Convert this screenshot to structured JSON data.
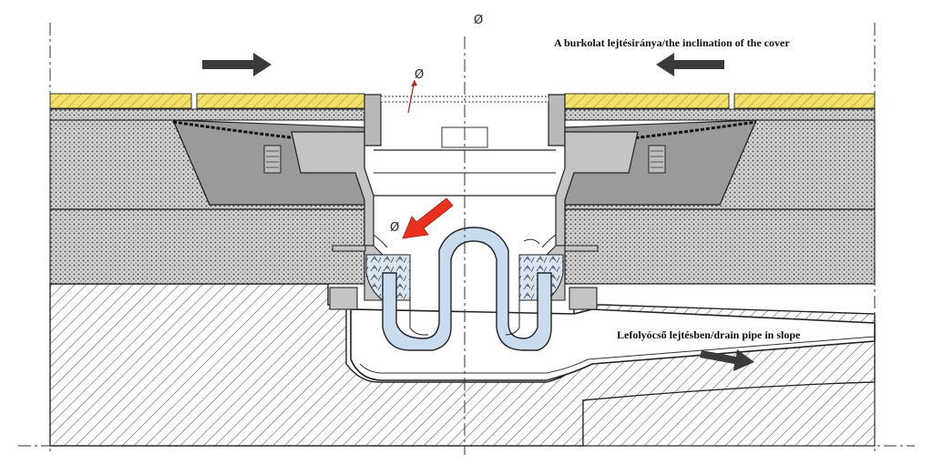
{
  "labels": {
    "cover_inclination": "A burkolat lejtésiránya/the inclination of the cover",
    "drain_pipe_slope": "Lefolyócső lejtésben/drain pipe in slope"
  },
  "symbols": {
    "diameter_top": "Ø",
    "diameter_grate": "Ø",
    "diameter_inner": "Ø"
  },
  "colors": {
    "tile": "#f3e06a",
    "water": "#c9dcee",
    "flow_arrow": "#e8321f",
    "direction_arrow": "#3a3a3a",
    "hatch": "#555555"
  }
}
